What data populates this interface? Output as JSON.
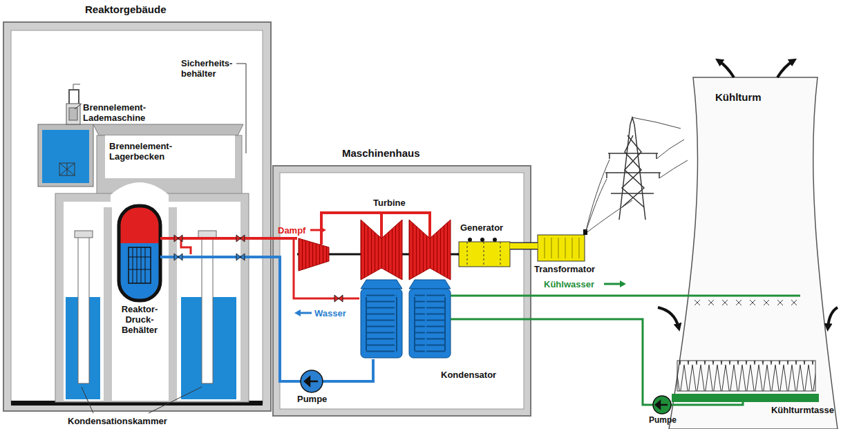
{
  "diagram": {
    "nodes": [
      {
        "text": [
          "Reaktorgebäude"
        ]
      },
      {
        "text": [
          "Reaktor- Druck- Behälter"
        ],
        "in": 0
      },
      {
        "text": [
          "Maschinenhaus"
        ]
      },
      {
        "text": [
          "Turbine"
        ],
        "in": 2
      },
      {
        "text": [
          "Generator"
        ],
        "in": 2
      },
      {
        "text": [
          "Kondensator"
        ],
        "in": 2
      },
      {
        "text": [
          "Pumpe"
        ],
        "in": 2
      },
      {
        "text": [
          "Transformator"
        ]
      },
      {
        "text": [
          "Kühlturm"
        ]
      },
      {
        "text": [
          "Kühlturmtasse"
        ],
        "in": 8
      },
      {
        "text": [
          "Pumpe"
        ]
      }
    ],
    "edges": [
      {
        "from": 1,
        "to": 3,
        "label": "Dampf",
        "arrow": "none"
      },
      {
        "from": 6,
        "to": 1,
        "label": "Wasser",
        "arrow": "none"
      },
      {
        "from": 1,
        "to": 5,
        "arrow": "none"
      },
      {
        "from": 5,
        "to": 6,
        "arrow": "none"
      },
      {
        "from": 3,
        "to": 4,
        "arrow": "none"
      },
      {
        "from": 4,
        "to": 7,
        "arrow": "none"
      },
      {
        "from": 5,
        "to": 8,
        "label": "Kühlwasser",
        "arrow": "none"
      },
      {
        "from": 10,
        "to": 5,
        "arrow": "none"
      },
      {
        "from": 9,
        "to": 10,
        "arrow": "none"
      }
    ],
    "labels": [
      "Sicherheits- behälter",
      "Brennelement- Lademaschine",
      "Brennelement- Lagerbecken",
      "Kondensationskammer"
    ]
  }
}
